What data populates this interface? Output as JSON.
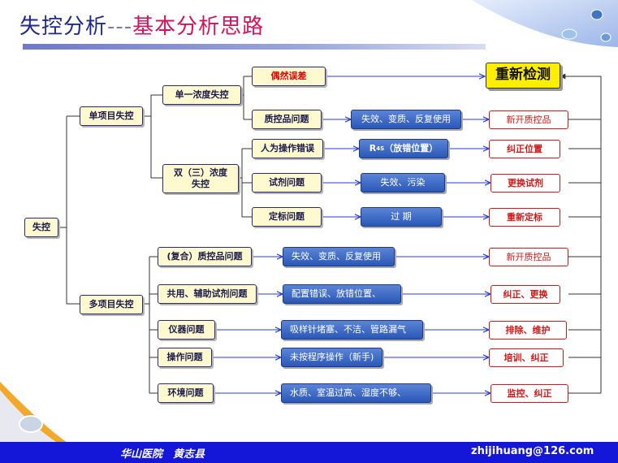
{
  "title": {
    "part1": "失控分析",
    "part2": "---",
    "part3": "基本分析思路"
  },
  "nodes": {
    "root": "失控",
    "single": "单项目失控",
    "multi": "多项目失控",
    "single_conc": "单一浓度失控",
    "dual_conc": "双（三）浓度\n失控",
    "chance_error": "偶然误差",
    "qc_problem": "质控品问题",
    "qc_cause": "失效、变质、反复使用",
    "qc_action": "新开质控品",
    "human_error": "人为操作错误",
    "human_cause_r": "R",
    "human_cause_sub": "4S",
    "human_cause_rest": "（放错位置）",
    "human_action": "纠正位置",
    "reagent_problem": "试剂问题",
    "reagent_cause": "失效、污染",
    "reagent_action": "更换试剂",
    "cal_problem": "定标问题",
    "cal_cause": "过 期",
    "cal_action": "重新定标",
    "m_qc_problem": "(复合）质控品问题",
    "m_qc_cause": "失效、变质、反复使用",
    "m_qc_action": "新开质控品",
    "m_reagent_problem": "共用、辅助试剂问题",
    "m_reagent_cause": "配置错误、放错位置、",
    "m_reagent_action": "纠正、更换",
    "instrument_problem": "仪器问题",
    "instrument_cause": "吸样针堵塞、不洁、管路漏气",
    "instrument_action": "排除、维护",
    "operation_problem": "操作问题",
    "operation_cause": "未按程序操作（新手)",
    "operation_action": "培训、纠正",
    "env_problem": "环境问题",
    "env_cause": "水质、室温过高、湿度不够、",
    "env_action": "监控、纠正",
    "retest": "重新检测"
  },
  "footer": {
    "left": "华山医院　黄志县",
    "right": "zhijihuang@126.com"
  },
  "colors": {
    "title_blue": "#1f2a8a",
    "title_red": "#d4145a",
    "footer_blue": "#1416d8",
    "arrow_blue": "#2a3bd0",
    "action_red": "#d01818",
    "retest_yellow": "#ffee00"
  }
}
